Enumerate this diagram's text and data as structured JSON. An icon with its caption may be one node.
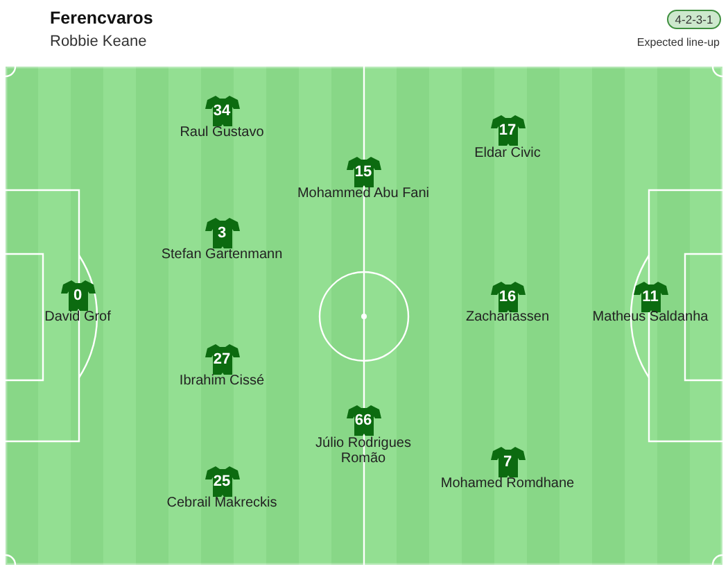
{
  "diagram": {
    "title": "Ferencvaros",
    "nodes": [
      {
        "text": [
          "4-2-3-1"
        ],
        "beside": [
          "Expected line-up"
        ]
      },
      {
        "text": [
          "0"
        ],
        "beside": [
          "David Grof"
        ]
      },
      {
        "text": [
          "34"
        ],
        "beside": [
          "Raul Gustavo"
        ]
      },
      {
        "text": [
          "3"
        ],
        "beside": [
          "Stefan Gartenmann"
        ]
      },
      {
        "text": [
          "27"
        ],
        "beside": [
          "Ibrahim Cissé"
        ]
      },
      {
        "text": [
          "25"
        ],
        "beside": [
          "Cebrail Makreckis"
        ]
      },
      {
        "text": [
          "15"
        ],
        "beside": [
          "Mohammed Abu Fani"
        ]
      },
      {
        "text": [
          "66"
        ],
        "beside": [
          "Júlio Rodrigues Romão"
        ]
      },
      {
        "text": [
          "17"
        ],
        "beside": [
          "Eldar Civic"
        ]
      },
      {
        "text": [
          "16"
        ],
        "beside": [
          "Zachariassen"
        ]
      },
      {
        "text": [
          "7"
        ],
        "beside": [
          "Mohamed Romdhane"
        ]
      },
      {
        "text": [
          "11"
        ],
        "beside": [
          "Matheus Saldanha"
        ]
      }
    ],
    "labels": [
      "Robbie Keane"
    ]
  }
}
